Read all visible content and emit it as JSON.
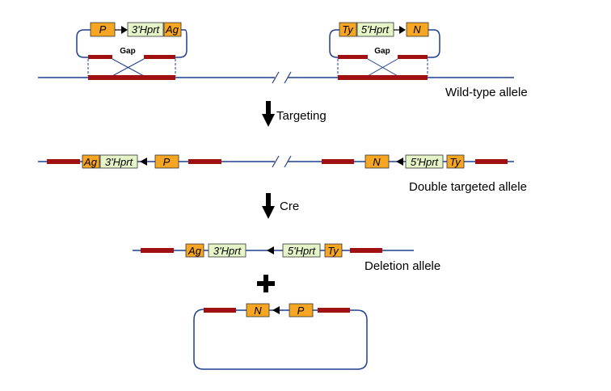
{
  "colors": {
    "line": "#1f3f8f",
    "homology": "#a01010",
    "marker": "#f6a623",
    "hprt": "#e6f5c8",
    "arrow": "#000000"
  },
  "boxes": {
    "P": "P",
    "Ag": "Ag",
    "Ty": "Ty",
    "N": "N",
    "hprt3": "3'Hprt",
    "hprt5": "5'Hprt"
  },
  "labels": {
    "gap": "Gap",
    "wild_type": "Wild-type allele",
    "targeting": "Targeting",
    "double_targeted": "Double targeted allele",
    "cre": "Cre",
    "deletion": "Deletion allele",
    "plus": "+"
  }
}
